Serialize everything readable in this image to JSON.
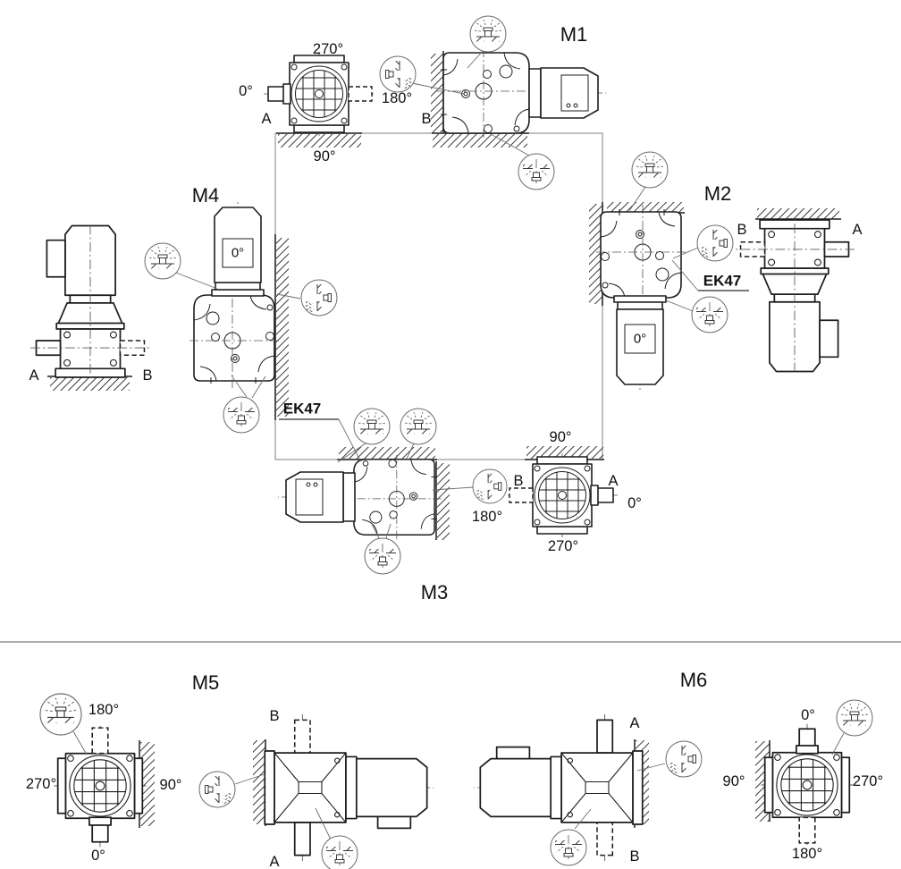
{
  "figure": {
    "unit_code": "EK47",
    "mounting_positions": [
      "M1",
      "M2",
      "M3",
      "M4",
      "M5",
      "M6"
    ]
  },
  "groups": {
    "m1": {
      "name": "M1",
      "a270": "270°",
      "a0": "0°",
      "a180": "180°",
      "a90": "90°",
      "shaft_a": "A",
      "shaft_b": "B"
    },
    "m2": {
      "name": "M2",
      "unit": "EK47",
      "motor_angle": "0°",
      "shaft_a": "A",
      "shaft_b": "B"
    },
    "m3": {
      "name": "M3",
      "unit": "EK47",
      "a90": "90°",
      "a0": "0°",
      "a180": "180°",
      "a270": "270°",
      "shaft_a": "A",
      "shaft_b": "B"
    },
    "m4": {
      "name": "M4",
      "motor_angle": "0°",
      "shaft_a": "A",
      "shaft_b": "B"
    },
    "m5": {
      "name": "M5",
      "a180": "180°",
      "a270": "270°",
      "a90": "90°",
      "a0": "0°",
      "shaft_a": "A",
      "shaft_b": "B"
    },
    "m6": {
      "name": "M6",
      "a0": "0°",
      "a90": "90°",
      "a270": "270°",
      "a180": "180°",
      "shaft_a": "A",
      "shaft_b": "B"
    }
  },
  "icons": {
    "breather_plug": "plug-on-surface-with-vent-rays",
    "oil_level_plug": "plug-through-wall-with-oil-waves",
    "oil_drain_plug": "plug-under-surface-with-drain-rays"
  },
  "colors": {
    "line": "#1d1d1d",
    "frame": "#979797",
    "leader": "#6b6b6b",
    "background": "#ffffff"
  }
}
